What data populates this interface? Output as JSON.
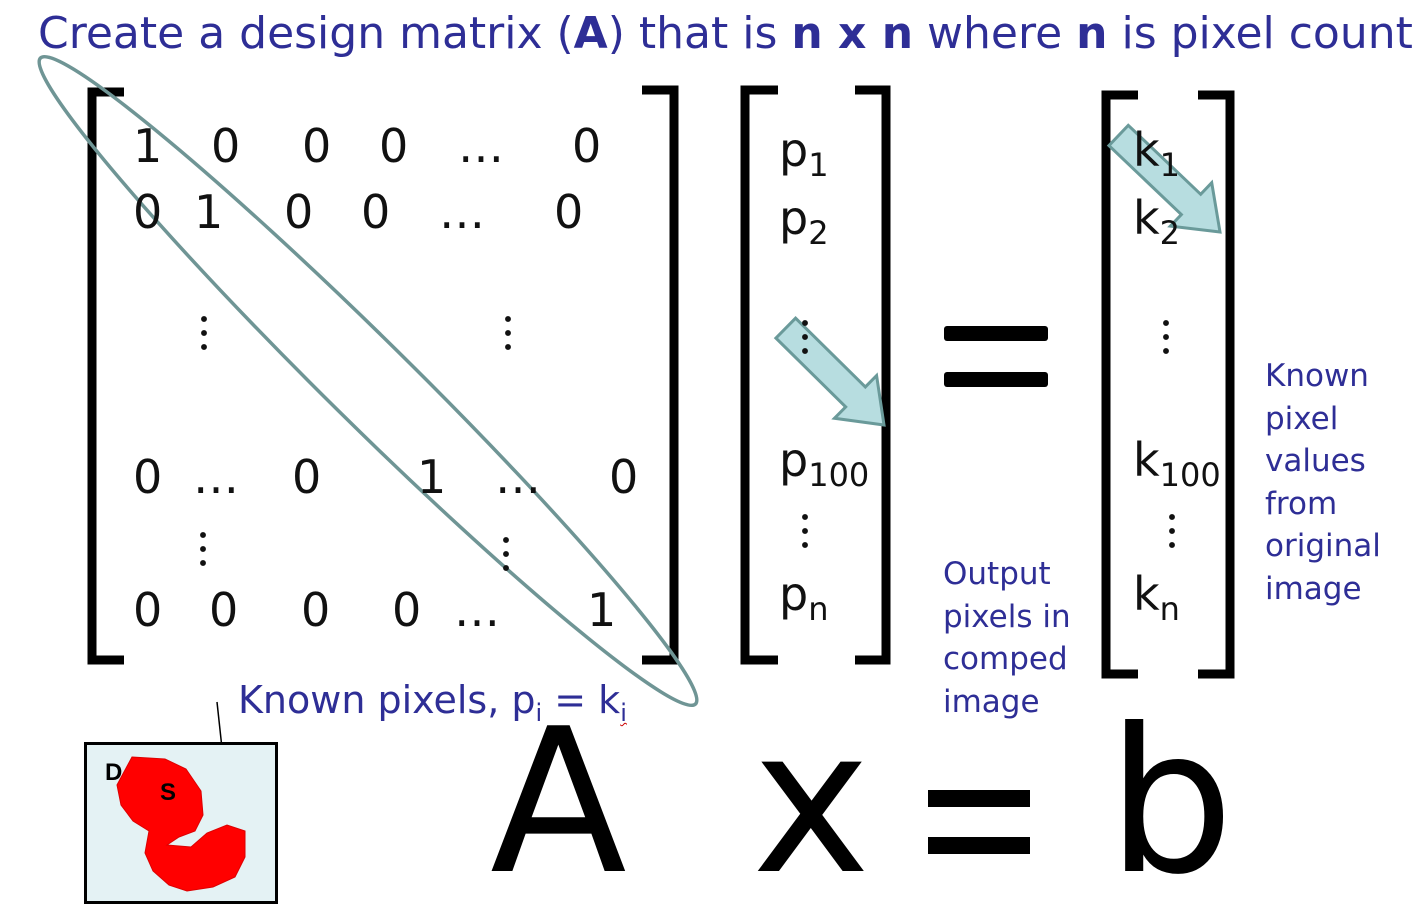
{
  "title": {
    "part1": "Create a design matrix (",
    "A": "A",
    "part2": ") that is ",
    "nxn": "n x n",
    "part3": " where ",
    "n": "n",
    "part4": " is pixel count"
  },
  "matrix": {
    "row1": [
      "1",
      "0",
      "0",
      "0",
      "…",
      "0"
    ],
    "row2": [
      "0",
      "1",
      "0",
      "0",
      "…",
      "0"
    ],
    "row3": [
      "0",
      "…",
      "0",
      "1",
      "…",
      "0"
    ],
    "row4": [
      "0",
      "0",
      "0",
      "0",
      "…",
      "1"
    ]
  },
  "vector_p": {
    "base": "p",
    "subs": [
      "1",
      "2",
      "100",
      "n"
    ]
  },
  "equals": "=",
  "vector_k": {
    "base": "k",
    "subs": [
      "1",
      "2",
      "100",
      "n"
    ]
  },
  "notes": {
    "output": [
      "Output",
      "pixels in",
      "comped",
      "image"
    ],
    "known_values": [
      "Known",
      "pixel",
      "values",
      "from",
      "original",
      "image"
    ]
  },
  "known_pixels": {
    "text": "Known pixels, p",
    "sub_i": "i",
    "eq": " = k",
    "sub_i2": "i"
  },
  "inset": {
    "label_d": "D",
    "label_s": "S",
    "background": "#e4f2f4",
    "shape_color": "#ff0000"
  },
  "equation": {
    "A": "A",
    "x": "x",
    "eq": "=",
    "b": "b"
  },
  "colors": {
    "text_blue": "#2e2e96",
    "ellipse": "#6f9595",
    "arrow_fill": "#b7dde0",
    "arrow_stroke": "#6a9a9a"
  }
}
